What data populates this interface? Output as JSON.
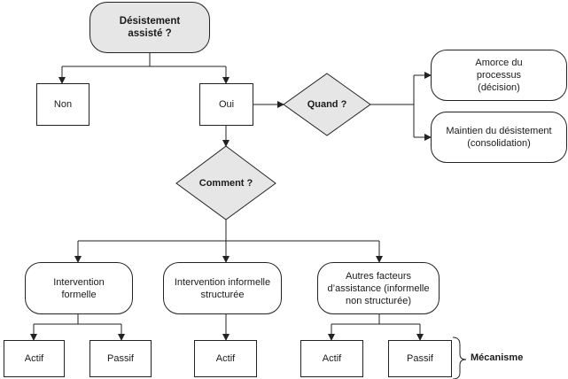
{
  "nodes": {
    "start": "Désistement assisté ?",
    "non": "Non",
    "oui": "Oui",
    "quand": "Quand ?",
    "amorce": "Amorce du processus (décision)",
    "maintien": "Maintien du désistement (consolidation)",
    "comment": "Comment ?",
    "formelle": "Intervention formelle",
    "informelle_structuree": "Intervention informelle structurée",
    "autres_facteurs": "Autres facteurs d’assistance (informelle non structurée)",
    "actif_1": "Actif",
    "passif_1": "Passif",
    "actif_2": "Actif",
    "actif_3": "Actif",
    "passif_3": "Passif"
  },
  "brace_label": "Mécanisme"
}
